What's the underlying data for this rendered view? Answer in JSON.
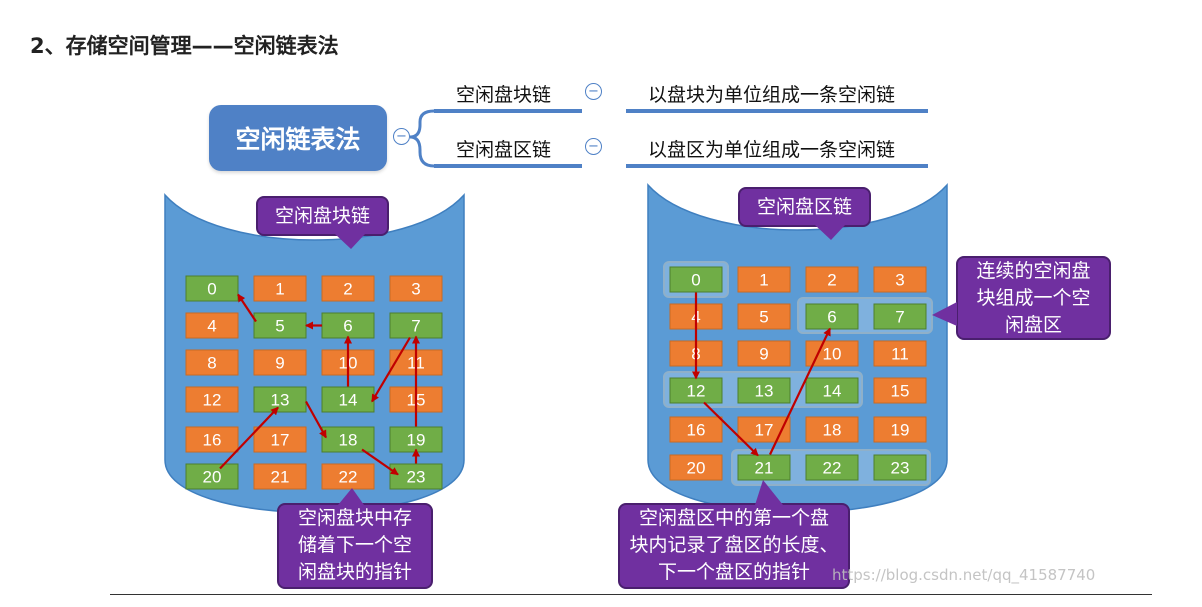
{
  "heading": "2、存储空间管理——空闲链表法",
  "mindmap": {
    "root": "空闲链表法",
    "branches": [
      {
        "name": "空闲盘块链",
        "desc": "以盘块为单位组成一条空闲链"
      },
      {
        "name": "空闲盘区链",
        "desc": "以盘区为单位组成一条空闲链"
      }
    ],
    "toggle_symbol": "−"
  },
  "left": {
    "title": "空闲盘块链",
    "free_blocks": [
      0,
      5,
      6,
      7,
      13,
      14,
      18,
      19,
      20,
      23
    ],
    "callout": [
      "空闲盘块中存",
      "储着下一个空",
      "闲盘块的指针"
    ]
  },
  "right": {
    "title": "空闲盘区链",
    "free_blocks": [
      0,
      6,
      7,
      12,
      13,
      14,
      21,
      22,
      23
    ],
    "callout_side": [
      "连续的空闲盘",
      "块组成一个空",
      "闲盘区"
    ],
    "callout_bottom": [
      "空闲盘区中的第一个盘",
      "块内记录了盘区的长度、",
      "下一个盘区的指针"
    ]
  },
  "colors": {
    "cylinder": "#5b9bd5",
    "cylinder_edge": "#3f7fbf",
    "used_block": "#ed7d31",
    "free_block": "#70ad47",
    "arrow": "#c00000",
    "callout": "#7030a0"
  },
  "watermark": "https://blog.csdn.net/qq_41587740"
}
